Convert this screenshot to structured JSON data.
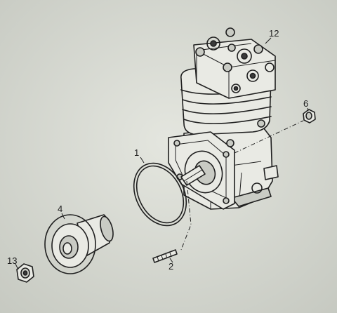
{
  "diagram": {
    "callouts": {
      "gasket": "1",
      "stud": "2",
      "gear": "4",
      "nut_small": "6",
      "compressor": "12",
      "nut": "13"
    }
  }
}
